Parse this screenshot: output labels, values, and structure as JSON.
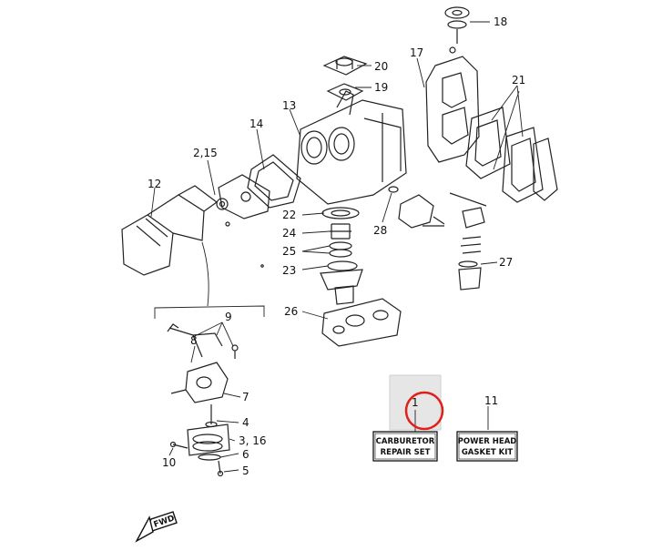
{
  "callouts": {
    "c18": "18",
    "c17": "17",
    "c20": "20",
    "c19": "19",
    "c21": "21",
    "c13": "13",
    "c14": "14",
    "c2_15": "2,15",
    "c12": "12",
    "c22": "22",
    "c24": "24",
    "c25": "25",
    "c28": "28",
    "c23": "23",
    "c27": "27",
    "c26": "26",
    "c9": "9",
    "c8": "8",
    "c7": "7",
    "c4": "4",
    "c3_16": "3, 16",
    "c6": "6",
    "c10": "10",
    "c5": "5",
    "c1": "1",
    "c11": "11"
  },
  "kits": {
    "carburetor_line1": "CARBURETOR",
    "carburetor_line2": "REPAIR SET",
    "gasket_line1": "POWER HEAD",
    "gasket_line2": "GASKET KIT"
  },
  "fwd_label": "FWD",
  "colors": {
    "line": "#222222",
    "highlight_circle": "#e0201b",
    "image_placeholder": "#e6e6e6"
  }
}
